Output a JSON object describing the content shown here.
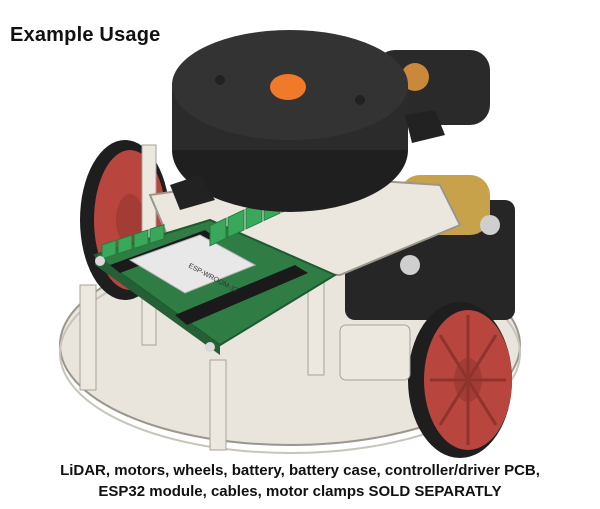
{
  "title": "Example Usage",
  "module_label": "ESP-WROOM-32",
  "caption": {
    "line1": "LiDAR, motors, wheels, battery, battery case, controller/driver PCB,",
    "line2": "ESP32 module, cables, motor clamps SOLD SEPARATLY"
  },
  "colors": {
    "lidar": "#2b2b2b",
    "lidar_top": "#333333",
    "orange_lens": "#f07a2a",
    "wheel": "#b8463e",
    "tire": "#1e1e1e",
    "base_plate": "#e9e5dc",
    "pcb": "#2f7d44",
    "terminal": "#3aa85a",
    "header": "#1a1a1a",
    "standoff": "#ece8df"
  }
}
